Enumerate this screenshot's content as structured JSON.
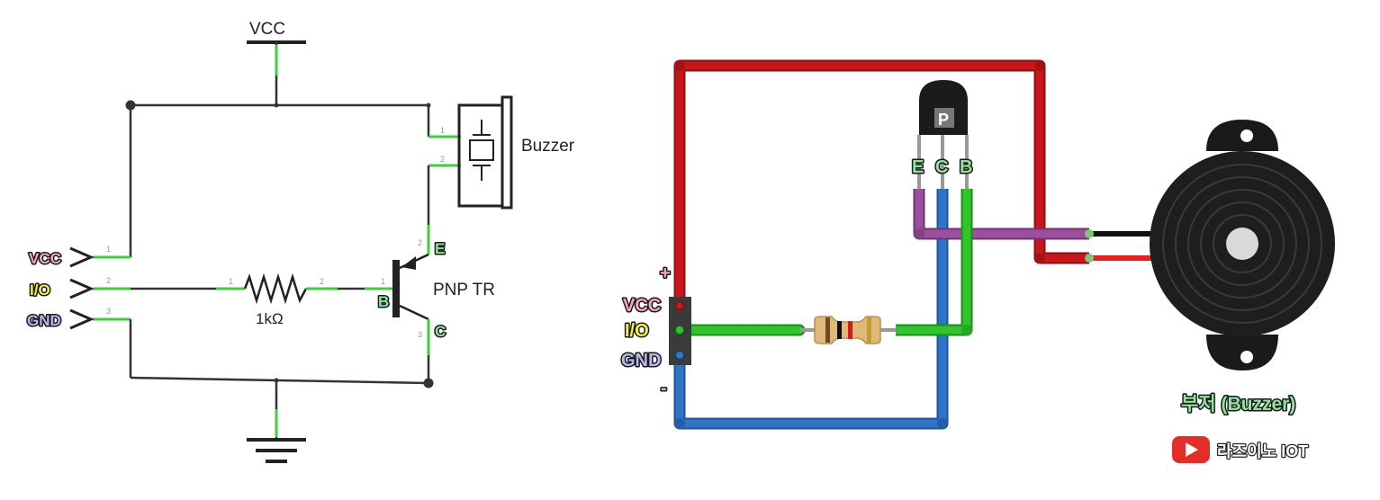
{
  "schematic": {
    "vcc_top": "VCC",
    "buzzer_label": "Buzzer",
    "resistor_label": "1kΩ",
    "transistor_label": "PNP TR",
    "pin_e": "E",
    "pin_b": "B",
    "pin_c": "C",
    "buzzer_pin1": "1",
    "buzzer_pin2": "2",
    "r_pin1": "1",
    "r_pin2": "2",
    "t_pin1": "1",
    "t_pin2": "2",
    "t_pin3": "3",
    "header_pins": [
      "1",
      "2",
      "3"
    ],
    "header_labels": [
      "VCC",
      "I/O",
      "GND"
    ]
  },
  "breadboard": {
    "header_labels": [
      "VCC",
      "I/O",
      "GND"
    ],
    "plus": "+",
    "minus": "-",
    "transistor_pins": [
      "E",
      "C",
      "B"
    ],
    "transistor_mark": "P",
    "buzzer_caption": "부저 (Buzzer)",
    "channel": "라즈이노 IOT"
  },
  "colors": {
    "red_wire": "#c8161b",
    "blue_wire": "#2e74c9",
    "green_wire": "#2fc42a",
    "purple_wire": "#9b4f9e",
    "vcc_label_fill": "#f4a8b6",
    "io_label_fill": "#f7ee4a",
    "gnd_label_fill": "#b7b5f2",
    "pin_label_fill": "#8ee59a",
    "youtube_red": "#e52d27"
  }
}
